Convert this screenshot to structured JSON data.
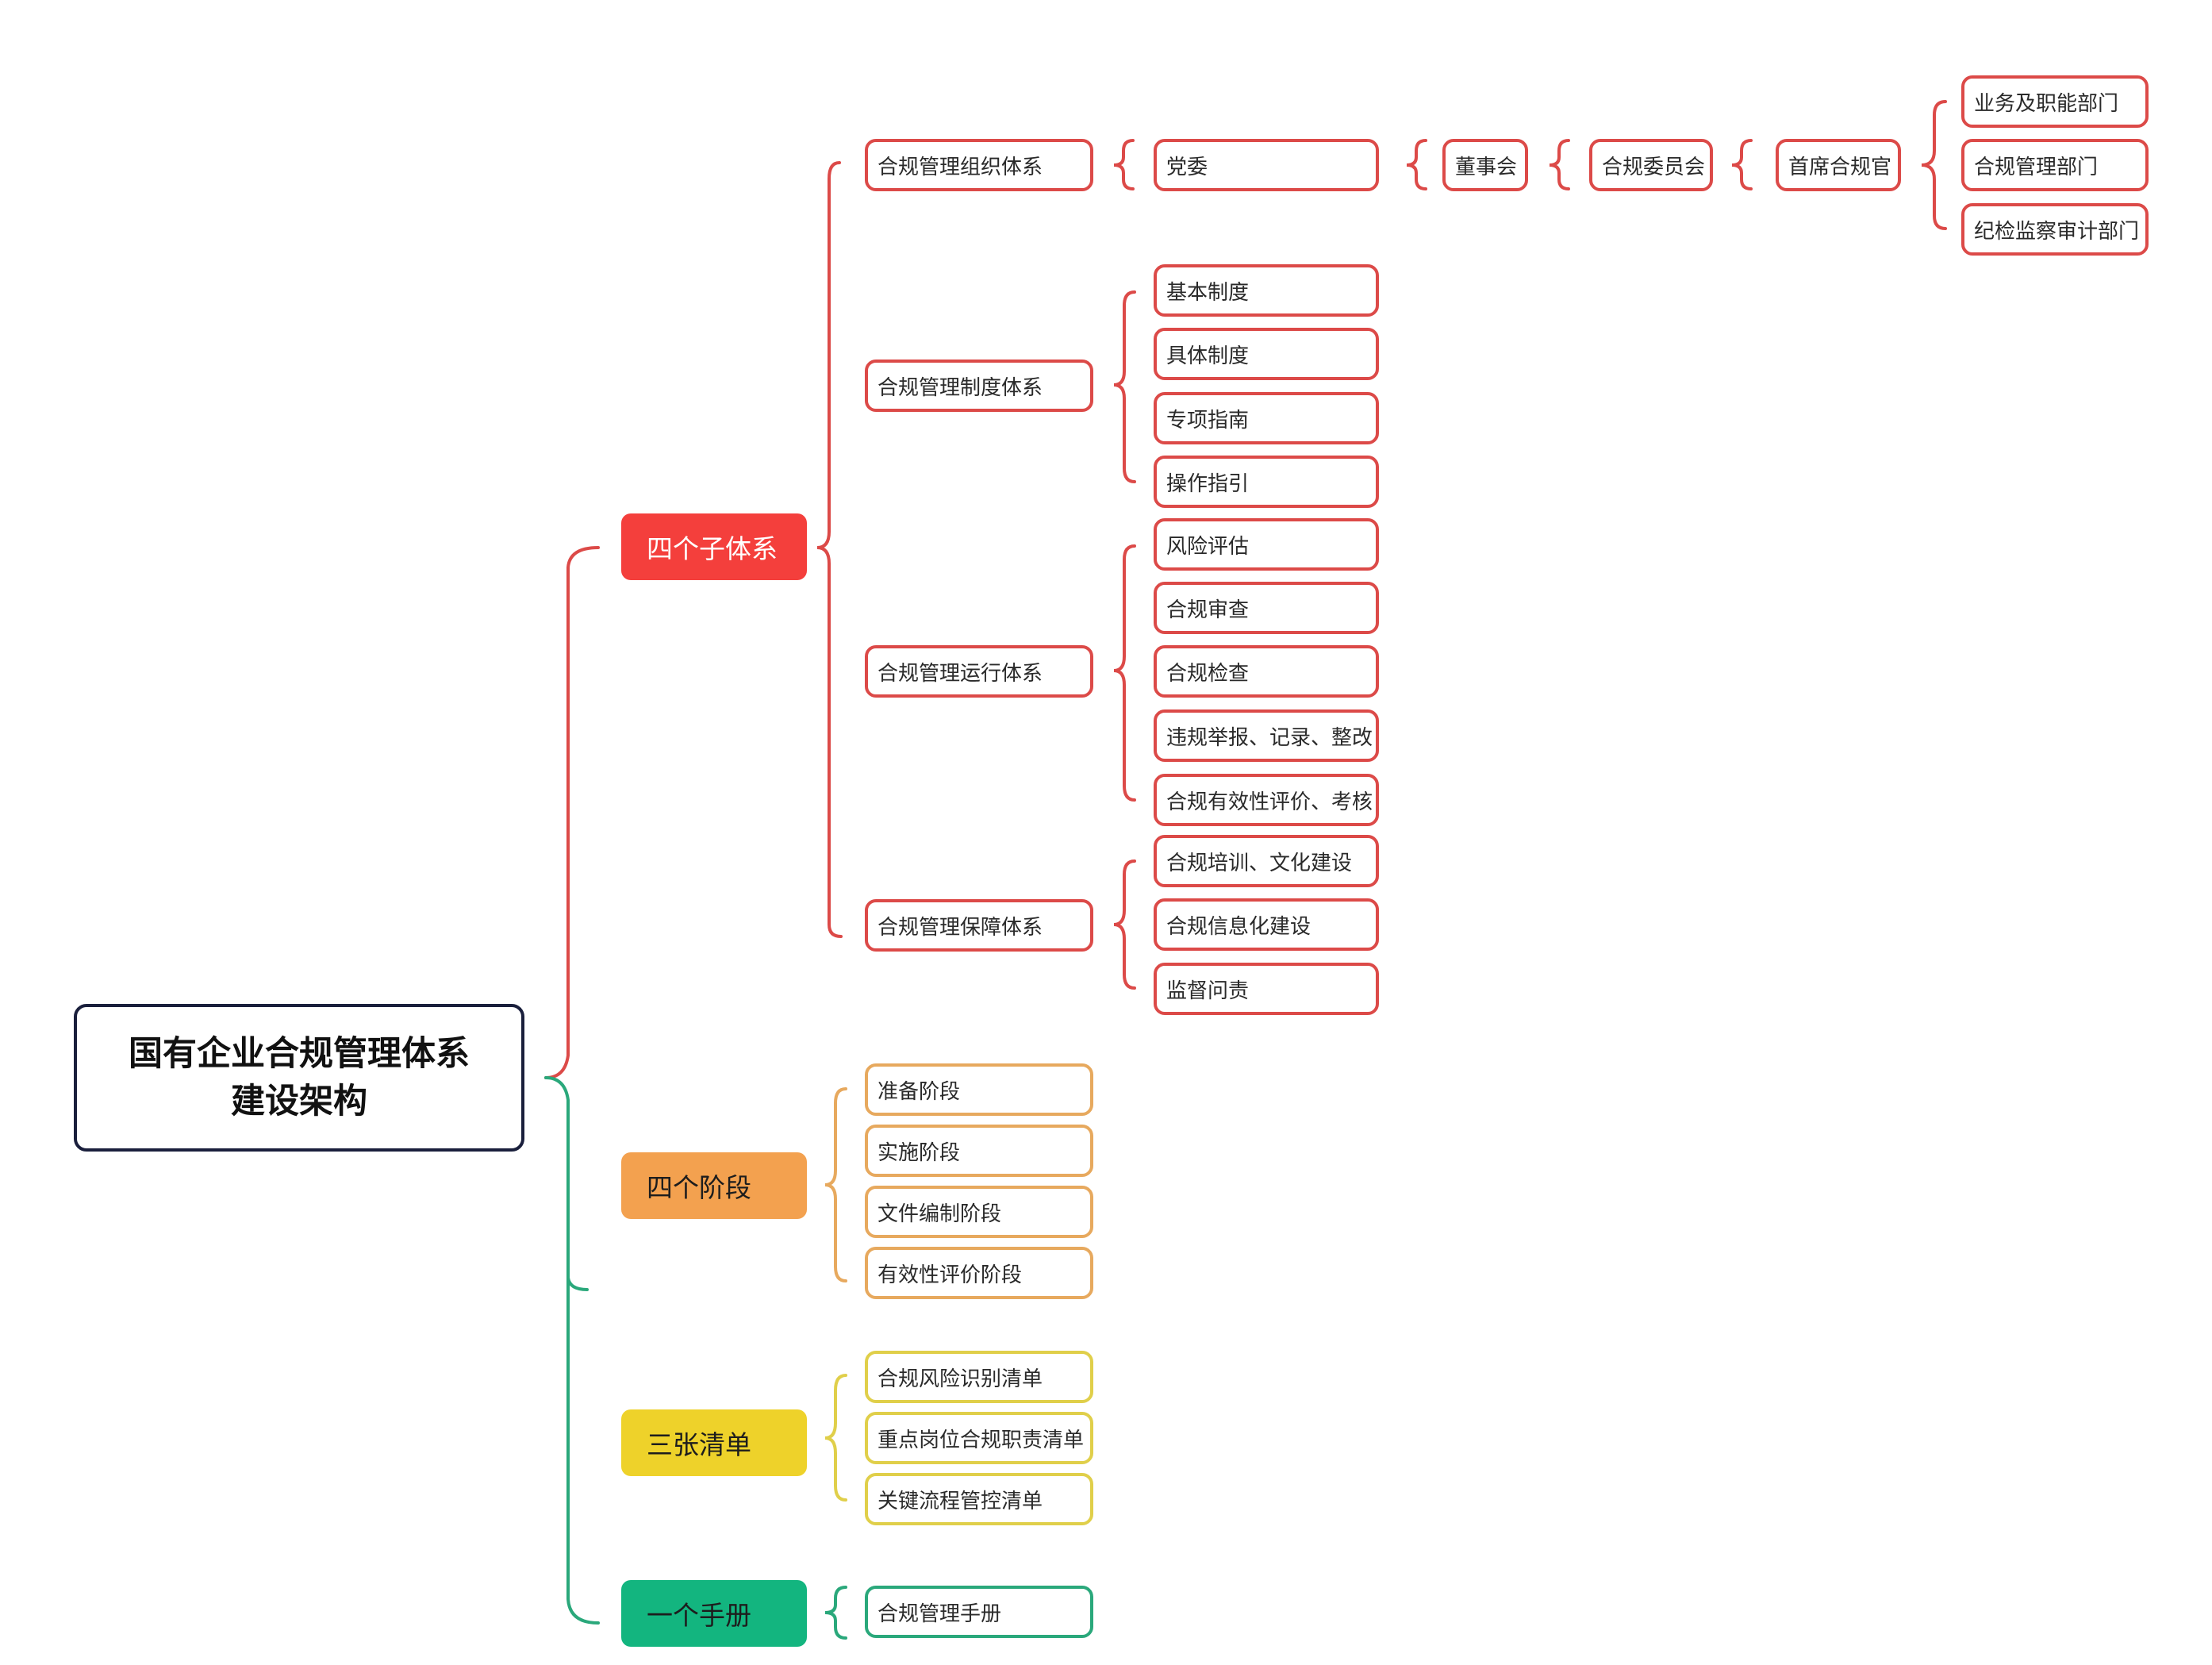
{
  "root": {
    "line1": "国有企业合规管理体系",
    "line2": "建设架构"
  },
  "colors": {
    "red": "#dc4a48",
    "orange": "#f3a14f",
    "yellow": "#eed22a",
    "green": "#13b57f",
    "root_border": "#1a1f3c"
  },
  "branches": [
    {
      "label": "四个子体系",
      "color": "red",
      "children": [
        {
          "label": "合规管理组织体系",
          "chain": [
            "党委",
            "董事会",
            "合规委员会",
            "首席合规官"
          ],
          "chain_children": [
            "业务及职能部门",
            "合规管理部门",
            "纪检监察审计部门"
          ]
        },
        {
          "label": "合规管理制度体系",
          "children": [
            "基本制度",
            "具体制度",
            "专项指南",
            "操作指引"
          ]
        },
        {
          "label": "合规管理运行体系",
          "children": [
            "风险评估",
            "合规审查",
            "合规检查",
            "违规举报、记录、整改",
            "合规有效性评价、考核"
          ]
        },
        {
          "label": "合规管理保障体系",
          "children": [
            "合规培训、文化建设",
            "合规信息化建设",
            "监督问责"
          ]
        }
      ]
    },
    {
      "label": "四个阶段",
      "color": "orange",
      "children": [
        "准备阶段",
        "实施阶段",
        "文件编制阶段",
        "有效性评价阶段"
      ]
    },
    {
      "label": "三张清单",
      "color": "yellow",
      "children": [
        "合规风险识别清单",
        "重点岗位合规职责清单",
        "关键流程管控清单"
      ]
    },
    {
      "label": "一个手册",
      "color": "green",
      "children": [
        "合规管理手册"
      ]
    }
  ]
}
